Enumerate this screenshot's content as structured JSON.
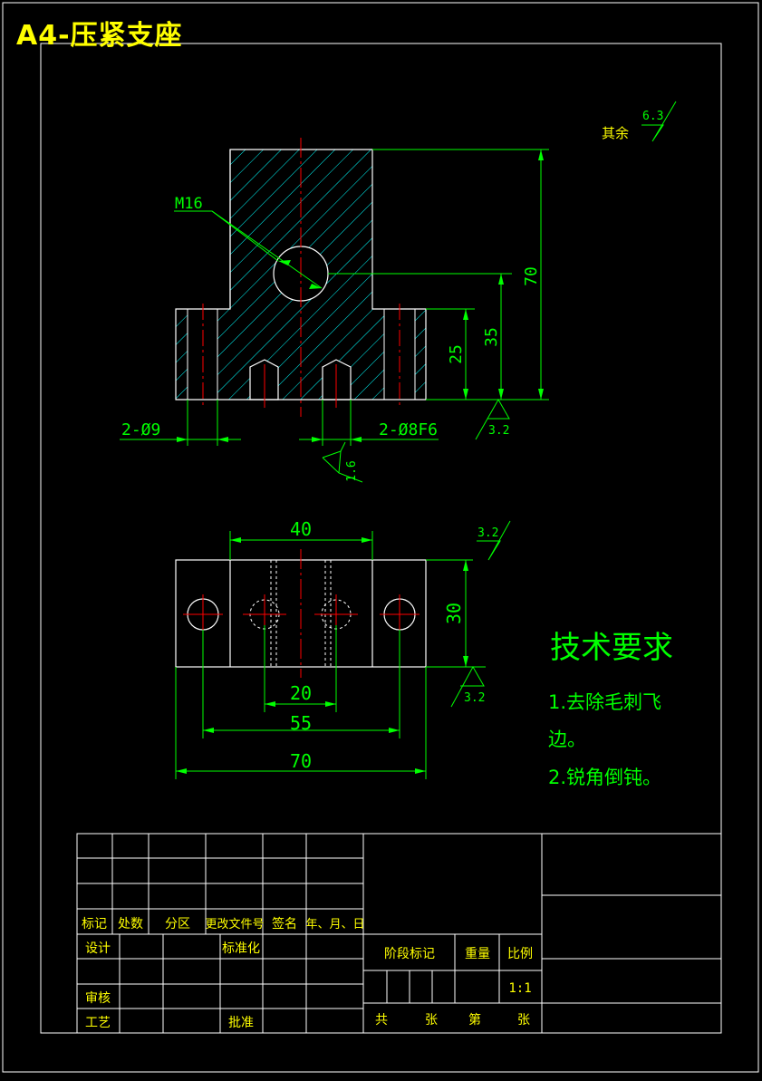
{
  "title": "A4-压紧支座",
  "colors": {
    "outline": "#ffffff",
    "dimension": "#00ff00",
    "centerline": "#ff0000",
    "hatch": "#00ffff",
    "title": "#ffff00",
    "background": "#000000"
  },
  "roughness": {
    "other_label": "其余",
    "other_value": "6.3",
    "base": "3.2",
    "bore": "1.6",
    "top_right": "3.2",
    "bottom_right": "3.2"
  },
  "front_view": {
    "thread": "M16",
    "dim_70": "70",
    "dim_35": "35",
    "dim_25": "25",
    "holes_left": "2-Ø9",
    "holes_right": "2-Ø8F6"
  },
  "top_view": {
    "dim_40": "40",
    "dim_30": "30",
    "dim_20": "20",
    "dim_55": "55",
    "dim_70": "70"
  },
  "requirements": {
    "title": "技术要求",
    "line1": "1.去除毛刺飞",
    "line2": "边。",
    "line3": "2.锐角倒钝。"
  },
  "title_block": {
    "h_mark": "标记",
    "h_count": "处数",
    "h_zone": "分区",
    "h_doc": "更改文件号",
    "h_sign": "签名",
    "h_date": "年、月、日",
    "design": "设计",
    "standard": "标准化",
    "review": "审核",
    "process": "工艺",
    "approve": "批准",
    "stage": "阶段标记",
    "weight": "重量",
    "scale_label": "比例",
    "scale_value": "1:1",
    "total": "共",
    "sheets1": "张",
    "page": "第",
    "sheets2": "张"
  }
}
